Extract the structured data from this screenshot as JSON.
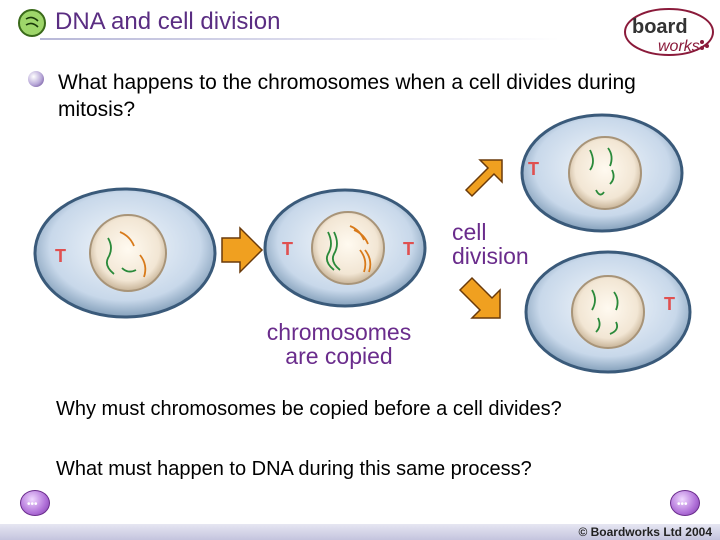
{
  "slide": {
    "title": "DNA and cell division",
    "question_main": "What happens to the chromosomes when a cell divides during mitosis?",
    "label_cell_division_1": "cell",
    "label_cell_division_2": "division",
    "label_copied_1": "chromosomes",
    "label_copied_2": "are copied",
    "question_1": "Why must chromosomes be copied before a cell divides?",
    "question_2": "What must happen to DNA during this same process?",
    "copyright": "© Boardworks Ltd 2004"
  },
  "logo": {
    "text_1": "board",
    "text_2": "works"
  },
  "colors": {
    "title": "#5a2d82",
    "label": "#6a2c8c",
    "arrow": "#f0a020",
    "chromosome_green": "#2a8a3a",
    "chromosome_orange": "#d87a1a",
    "centriole": "#e05050"
  }
}
